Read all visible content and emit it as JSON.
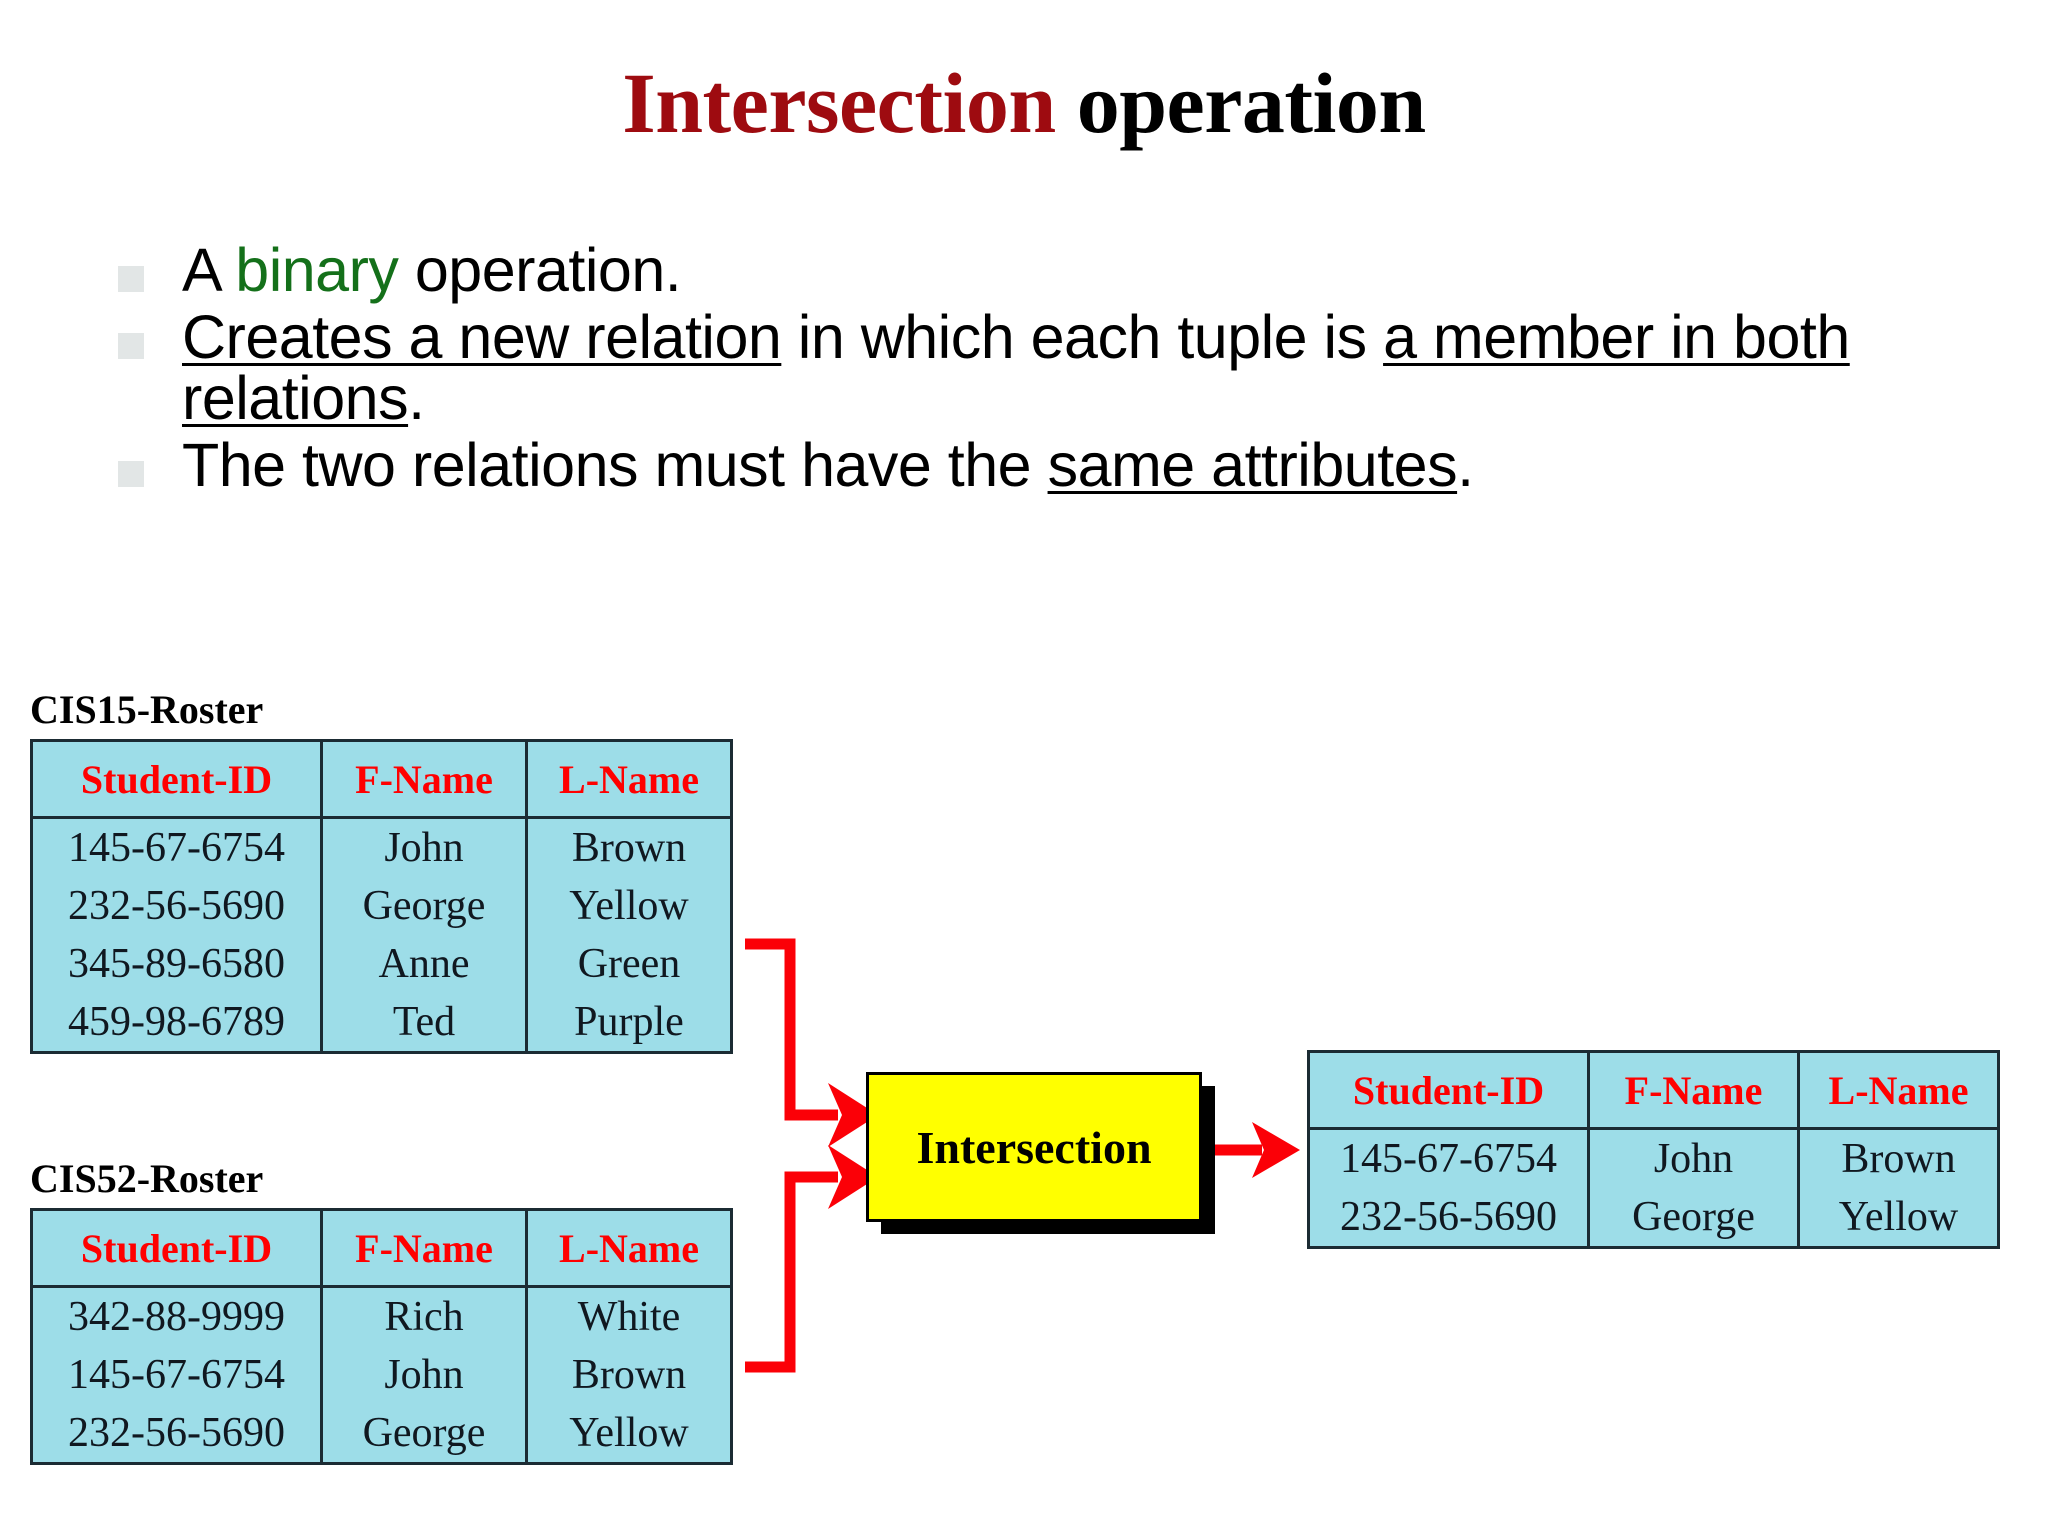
{
  "title": {
    "accent_text": "Intersection",
    "rest_text": " operation",
    "accent_color": "#9e0b10"
  },
  "bullets": [
    {
      "segments": [
        {
          "text": "A ",
          "style": "plain"
        },
        {
          "text": "binary",
          "style": "green"
        },
        {
          "text": " operation.",
          "style": "plain"
        }
      ]
    },
    {
      "segments": [
        {
          "text": "Creates a new relation",
          "style": "underline"
        },
        {
          "text": " in which each tuple is ",
          "style": "plain"
        },
        {
          "text": "a member in both relations",
          "style": "underline"
        },
        {
          "text": ".",
          "style": "plain"
        }
      ]
    },
    {
      "segments": [
        {
          "text": "The two relations must have the ",
          "style": "plain"
        },
        {
          "text": "same attributes",
          "style": "underline"
        },
        {
          "text": ".",
          "style": "plain"
        }
      ]
    }
  ],
  "bullet_marker_color": "#e2e6e6",
  "tables": {
    "source_a": {
      "caption": "CIS15-Roster",
      "columns": [
        "Student-ID",
        "F-Name",
        "L-Name"
      ],
      "rows": [
        [
          "145-67-6754",
          "John",
          "Brown"
        ],
        [
          "232-56-5690",
          "George",
          "Yellow"
        ],
        [
          "345-89-6580",
          "Anne",
          "Green"
        ],
        [
          "459-98-6789",
          "Ted",
          "Purple"
        ]
      ]
    },
    "source_b": {
      "caption": "CIS52-Roster",
      "columns": [
        "Student-ID",
        "F-Name",
        "L-Name"
      ],
      "rows": [
        [
          "342-88-9999",
          "Rich",
          "White"
        ],
        [
          "145-67-6754",
          "John",
          "Brown"
        ],
        [
          "232-56-5690",
          "George",
          "Yellow"
        ]
      ]
    },
    "result": {
      "caption": "",
      "columns": [
        "Student-ID",
        "F-Name",
        "L-Name"
      ],
      "rows": [
        [
          "145-67-6754",
          "John",
          "Brown"
        ],
        [
          "232-56-5690",
          "George",
          "Yellow"
        ]
      ]
    }
  },
  "operator": {
    "label": "Intersection",
    "fill_color": "#ffff00",
    "border_color": "#000000"
  },
  "arrows": {
    "color": "#fb0007",
    "count": 3
  },
  "palette": {
    "table_fill": "#9ddde8",
    "table_border": "#1b2b33",
    "header_text": "#ff0000",
    "body_text": "#101820",
    "green_text": "#14701a"
  }
}
